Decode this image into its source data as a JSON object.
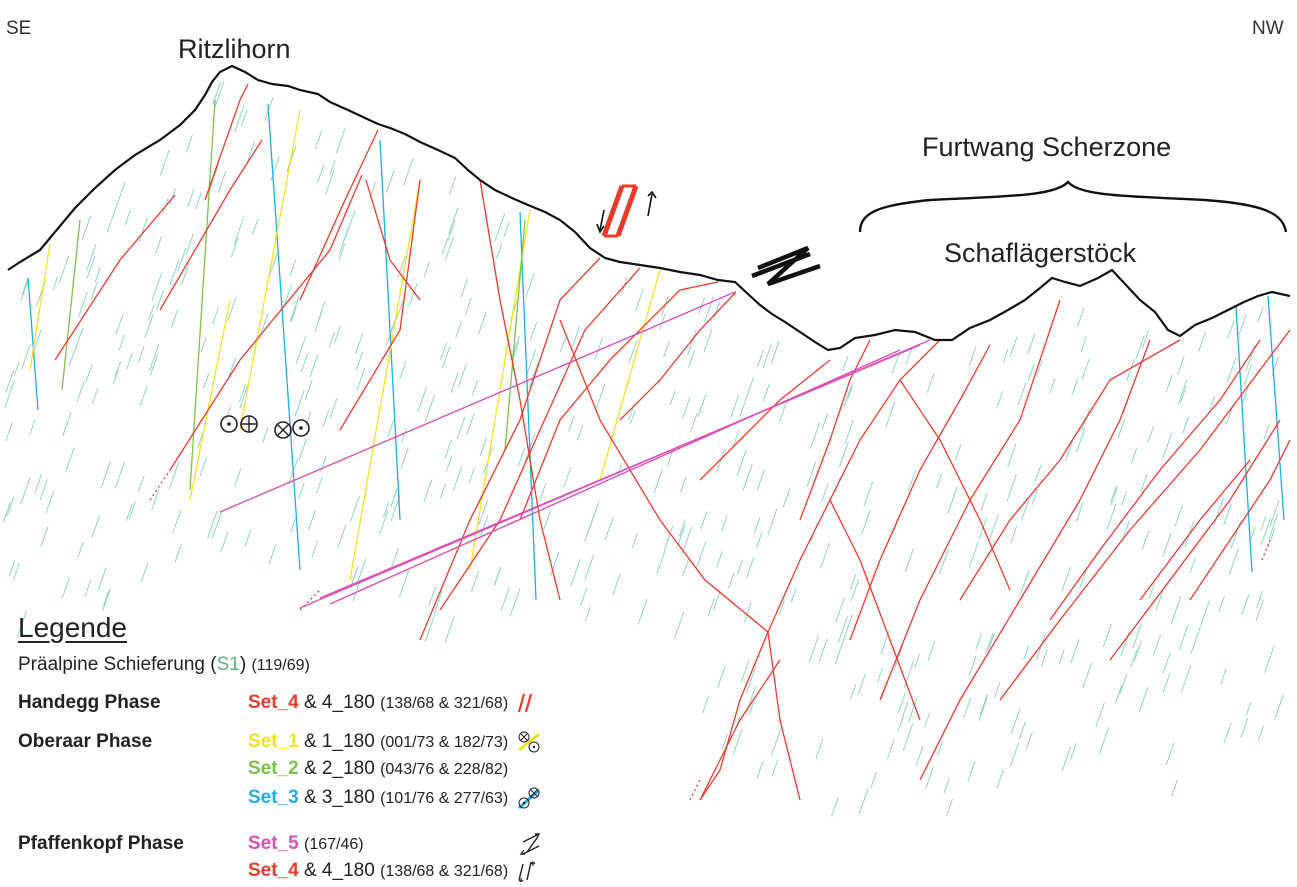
{
  "labels": {
    "se": "SE",
    "nw": "NW",
    "peak": "Ritzlihorn",
    "shear_zone": "Furtwang Scherzone",
    "ridge": "Schaflägerstöck"
  },
  "legend": {
    "title": "Legende",
    "schistosity": {
      "prefix": "Präalpine Schieferung (",
      "code": "S1",
      "suffix": ")",
      "orientation": "(119/69)",
      "color": "#5fb37c"
    },
    "phases": [
      {
        "name": "Handegg Phase",
        "sets": [
          {
            "set": "Set_4",
            "rest": "& 4_180",
            "orientation": "(138/68 & 321/68)",
            "color": "#e8392b",
            "symbol": "dextral-red-icon"
          }
        ]
      },
      {
        "name": "Oberaar Phase",
        "sets": [
          {
            "set": "Set_1",
            "rest": "& 1_180",
            "orientation": "(001/73 & 182/73)",
            "color": "#f2e21c",
            "symbol": "yellow-cross-dot-icon"
          },
          {
            "set": "Set_2",
            "rest": "& 2_180",
            "orientation": "(043/76 & 228/82)",
            "color": "#7cc04a",
            "symbol": ""
          },
          {
            "set": "Set_3",
            "rest": "& 3_180",
            "orientation": "(101/76 & 277/63)",
            "color": "#1aaee0",
            "symbol": "cyan-dot-cross-icon"
          }
        ]
      },
      {
        "name": "Pfaffenkopf Phase",
        "sets": [
          {
            "set": "Set_5",
            "rest": "",
            "orientation": "(167/46)",
            "color": "#d94fb5",
            "symbol": "sinistral-black-icon"
          },
          {
            "set": "Set_4",
            "rest": "& 4_180",
            "orientation": "(138/68 & 321/68)",
            "color": "#e8392b",
            "symbol": "thrust-black-icon"
          }
        ]
      }
    ]
  },
  "colors": {
    "red": "#e8392b",
    "yellow": "#f2e21c",
    "green": "#7cc04a",
    "cyan": "#1aaee0",
    "magenta": "#d94fb5",
    "schistosity": "#8fd2c4",
    "ridge": "#111111"
  }
}
